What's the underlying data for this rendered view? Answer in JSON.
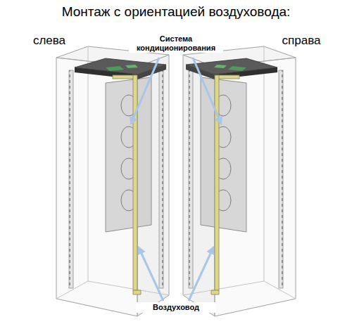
{
  "diagram": {
    "title": "Монтаж с ориентацией воздуховода:",
    "labels": [
      "слева",
      "справа",
      "Система кондиционирования",
      "Воздуховод"
    ]
  }
}
